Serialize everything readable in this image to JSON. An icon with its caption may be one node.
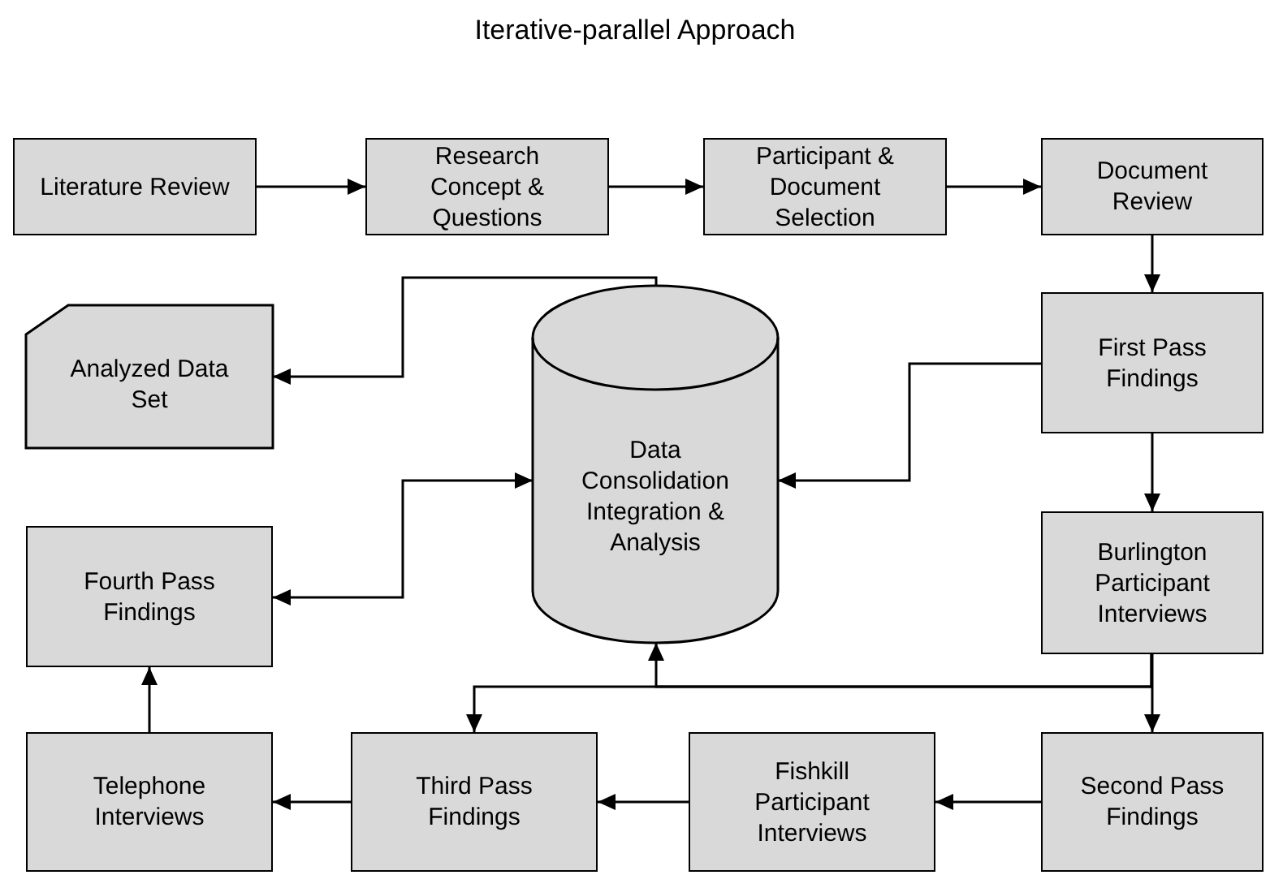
{
  "diagram": {
    "title": "Iterative-parallel Approach",
    "nodes": [
      {
        "text": [
          "Literature Review"
        ]
      },
      {
        "text": [
          "Research Concept & Questions"
        ]
      },
      {
        "text": [
          "Participant & Document Selection"
        ]
      },
      {
        "text": [
          "Document Review"
        ]
      },
      {
        "text": [
          "Analyzed Data Set"
        ]
      },
      {
        "text": [
          "Data Consolidation Integration & Analysis"
        ]
      },
      {
        "text": [
          "First Pass Findings"
        ]
      },
      {
        "text": [
          "Fourth Pass Findings"
        ]
      },
      {
        "text": [
          "Burlington Participant Interviews"
        ]
      },
      {
        "text": [
          "Telephone Interviews"
        ]
      },
      {
        "text": [
          "Third Pass Findings"
        ]
      },
      {
        "text": [
          "Fishkill Participant Interviews"
        ]
      },
      {
        "text": [
          "Second Pass Findings"
        ]
      }
    ],
    "edges": [
      {
        "from": 0,
        "to": 1,
        "arrow": "to"
      },
      {
        "from": 1,
        "to": 2,
        "arrow": "to"
      },
      {
        "from": 2,
        "to": 3,
        "arrow": "to"
      },
      {
        "from": 3,
        "to": 6,
        "arrow": "to"
      },
      {
        "from": 6,
        "to": 8,
        "arrow": "to"
      },
      {
        "from": 5,
        "to": 4,
        "arrow": "to"
      },
      {
        "from": 6,
        "to": 5,
        "arrow": "to"
      },
      {
        "from": 7,
        "to": 5,
        "arrow": "both"
      },
      {
        "from": 8,
        "to": 12,
        "arrow": "to"
      },
      {
        "from": 8,
        "to": 5,
        "arrow": "to"
      },
      {
        "from": 8,
        "to": 10,
        "arrow": "to"
      },
      {
        "from": 12,
        "to": 11,
        "arrow": "to"
      },
      {
        "from": 11,
        "to": 10,
        "arrow": "to"
      },
      {
        "from": 10,
        "to": 9,
        "arrow": "to"
      },
      {
        "from": 9,
        "to": 7,
        "arrow": "to"
      }
    ]
  }
}
